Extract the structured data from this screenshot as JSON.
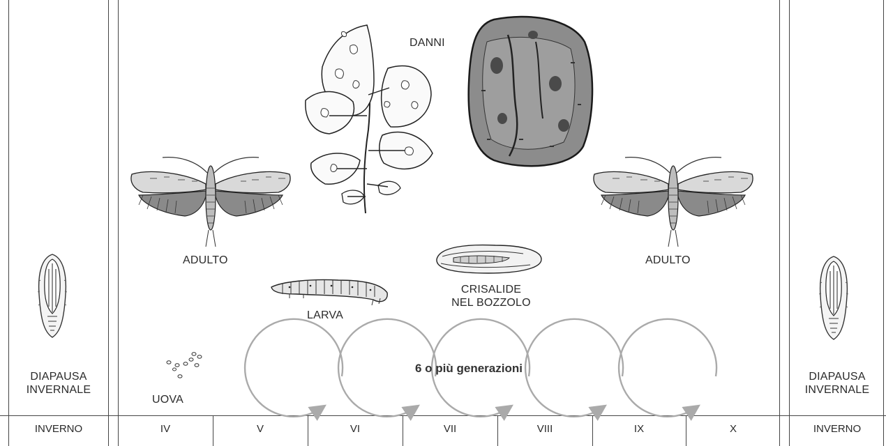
{
  "labels": {
    "danni": "DANNI",
    "adulto_left": "ADULTO",
    "adulto_right": "ADULTO",
    "larva": "LARVA",
    "crisalide_line1": "CRISALIDE",
    "crisalide_line2": "NEL BOZZOLO",
    "uova": "UOVA",
    "diapausa_left_line1": "DIAPAUSA",
    "diapausa_left_line2": "INVERNALE",
    "diapausa_right_line1": "DIAPAUSA",
    "diapausa_right_line2": "INVERNALE",
    "generazioni": "6 o più generazioni"
  },
  "timeline": {
    "left_season": "INVERNO",
    "right_season": "INVERNO",
    "months": [
      "IV",
      "V",
      "VI",
      "VII",
      "VIII",
      "IX",
      "X"
    ]
  },
  "colors": {
    "ink": "#2a2a2a",
    "lines": "#444444",
    "cycle_arrows": "#aaaaaa"
  },
  "icons": [
    "moth-illustration",
    "leaf-illustration",
    "tuber-illustration",
    "larva-illustration",
    "cocoon-illustration",
    "eggs-illustration",
    "overwintering-pupa-illustration",
    "cycle-arrow-icon"
  ]
}
